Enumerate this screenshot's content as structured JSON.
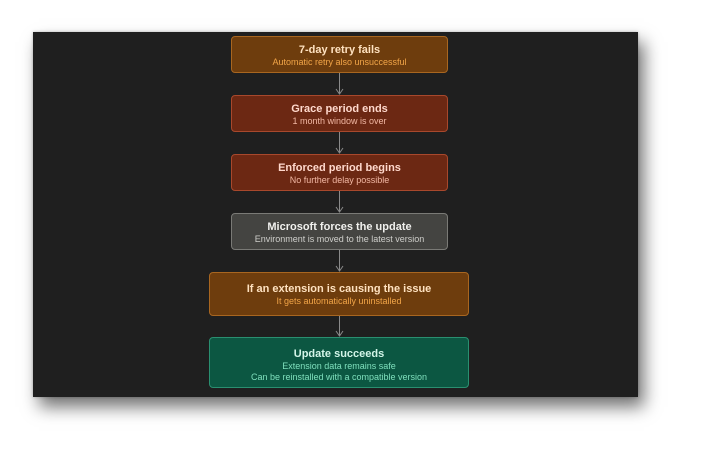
{
  "flow": {
    "steps": [
      {
        "title": "7-day retry fails",
        "lines": [
          "Automatic retry also unsuccessful"
        ]
      },
      {
        "title": "Grace period ends",
        "lines": [
          "1 month window is over"
        ]
      },
      {
        "title": "Enforced period begins",
        "lines": [
          "No further delay possible"
        ]
      },
      {
        "title": "Microsoft forces the update",
        "lines": [
          "Environment is moved to the latest version"
        ]
      },
      {
        "title": "If an extension is causing the issue",
        "lines": [
          "It gets automatically uninstalled"
        ]
      },
      {
        "title": "Update succeeds",
        "lines": [
          "Extension data remains safe",
          "Can be reinstalled with a compatible version"
        ]
      }
    ]
  },
  "colors": {
    "canvas": "#1f1f1f",
    "amber": "#6e3d0d",
    "rust": "#6c2813",
    "gray": "#444441",
    "green": "#0c5742",
    "connector": "#8a8a8a"
  }
}
